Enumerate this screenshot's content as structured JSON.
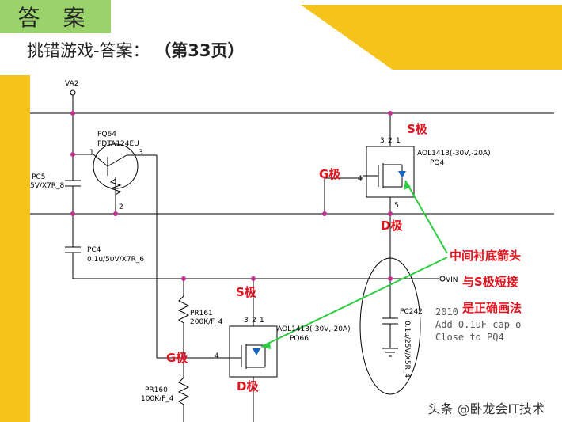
{
  "header": {
    "title": "答 案",
    "subtitle_prefix": "挑错游戏-答案：",
    "subtitle_page": "（第33页）"
  },
  "schematic": {
    "va2": "VA2",
    "vin": "VIN",
    "pq64_ref": "PQ64",
    "pq64_part": "PDTA124EU",
    "pin1": "1",
    "pin3": "3",
    "pin2": "2",
    "pc5_ref": "PC5",
    "pc5_val": "5V/X7R_8",
    "pc4_ref": "PC4",
    "pc4_val": "0.1u/50V/X7R_6",
    "pq4_part": "AOL1413(-30V,-20A)",
    "pq4_ref": "PQ4",
    "pq66_part": "AOL1413(-30V,-20A)",
    "pq66_ref": "PQ66",
    "pr161_ref": "PR161",
    "pr161_val": "200K/F_4",
    "pr160_ref": "PR160",
    "pr160_val": "100K/F_4",
    "pc242_ref": "PC242",
    "pc242_val": "0.1u/25V/X5R_4",
    "pin_4": "4",
    "pin_5": "5",
    "pin_123": [
      "3",
      "2",
      "1"
    ],
    "note_line1": "2010",
    "note_line2": "Add 0.1uF cap o",
    "note_line3": "Close to PQ4"
  },
  "annotations": {
    "s_label": "S极",
    "g_label": "G极",
    "d_label": "D极",
    "callout_line1": "中间衬底箭头",
    "callout_line2": "与S极短接",
    "callout_line3": "是正确画法"
  },
  "colors": {
    "green_bar": "#9bd36b",
    "yellow": "#f6c21c",
    "magenta": "#c0308c",
    "annotation_red": "#e0141e",
    "arrow_green": "#2ecc40"
  },
  "watermark": "头条 @卧龙会IT技术"
}
